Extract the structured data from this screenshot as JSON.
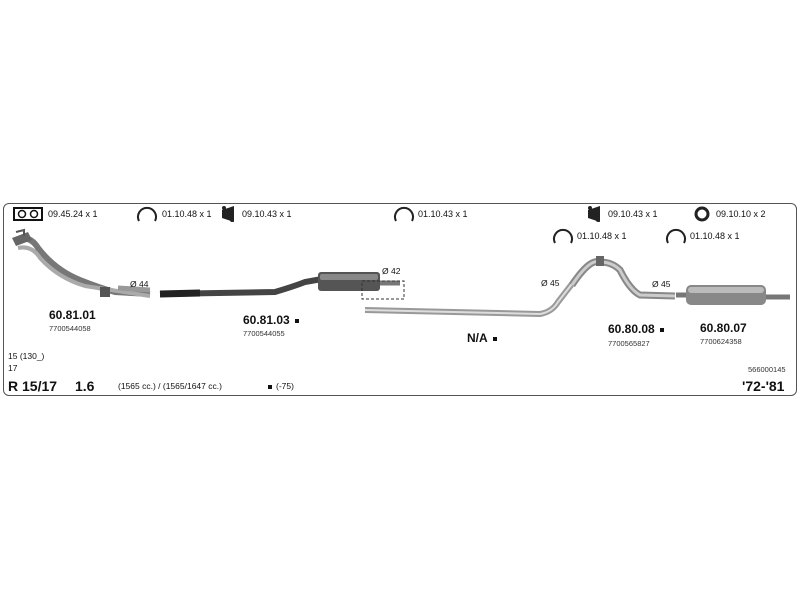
{
  "hardware": [
    {
      "code": "09.45.24 x 1",
      "icon": "gasket-icon"
    },
    {
      "code": "01.10.48 x 1",
      "icon": "clamp-icon"
    },
    {
      "code": "09.10.43 x 1",
      "icon": "rubber-mount-icon"
    },
    {
      "code": "01.10.43 x 1",
      "icon": "clamp-icon"
    },
    {
      "code": "09.10.43 x 1",
      "icon": "rubber-mount-icon"
    },
    {
      "code": "09.10.10 x 2",
      "icon": "ring-icon"
    },
    {
      "code": "01.10.48 x 1",
      "icon": "clamp-icon"
    },
    {
      "code": "01.10.48 x 1",
      "icon": "clamp-icon"
    }
  ],
  "parts": [
    {
      "number": "60.81.01",
      "oem": "7700544058",
      "marker": false
    },
    {
      "number": "60.81.03",
      "oem": "7700544055",
      "marker": true
    },
    {
      "number": "N/A",
      "oem": "",
      "marker": true
    },
    {
      "number": "60.80.08",
      "oem": "7700565827",
      "marker": true
    },
    {
      "number": "60.80.07",
      "oem": "7700624358",
      "marker": false
    }
  ],
  "diameters": [
    "Ø 44",
    "Ø 42",
    "Ø 45",
    "Ø 45"
  ],
  "vehicle": {
    "engine_code_1": "15 (130_)",
    "engine_code_2": "17",
    "model": "R 15/17",
    "engine": "1.6",
    "displacement": "(1565 cc.) / (1565/1647 cc.)",
    "legend_note": "(-75)",
    "years": "'72-'81",
    "catalog_number": "566000145"
  }
}
